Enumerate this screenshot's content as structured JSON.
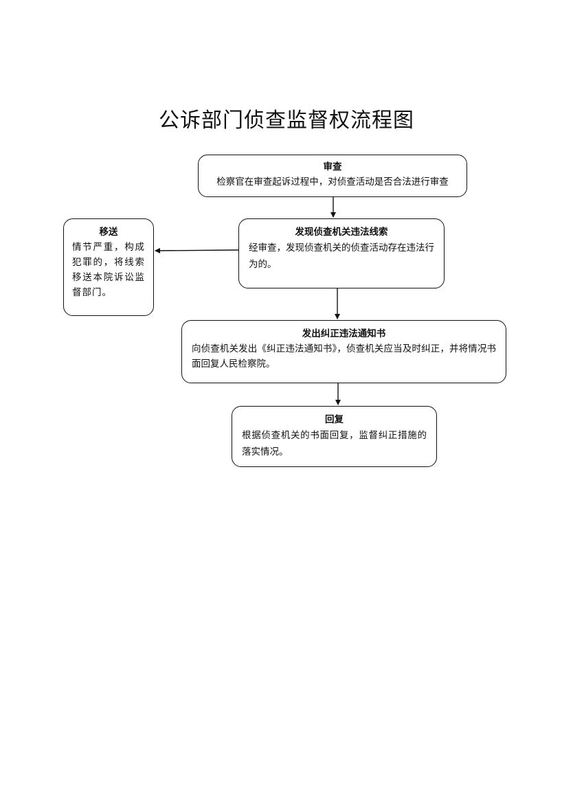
{
  "title": "公诉部门侦查监督权流程图",
  "nodes": {
    "review": {
      "title": "审查",
      "text": "检察官在审查起诉过程中，对侦查活动是否合法进行审查"
    },
    "found": {
      "title": "发现侦查机关违法线索",
      "text": "经审查，发现侦查机关的侦查活动存在违法行为的。"
    },
    "transfer": {
      "title": "移送",
      "text": "情节严重，构成犯罪的，将线索移送本院诉讼监督部门。"
    },
    "notice": {
      "title": "发出纠正违法通知书",
      "text": "向侦查机关发出《纠正违法通知书》，侦查机关应当及时纠正，并将情况书面回复人民检察院。"
    },
    "reply": {
      "title": "回复",
      "text": "根据侦查机关的书面回复，监督纠正措施的落实情况。"
    }
  }
}
